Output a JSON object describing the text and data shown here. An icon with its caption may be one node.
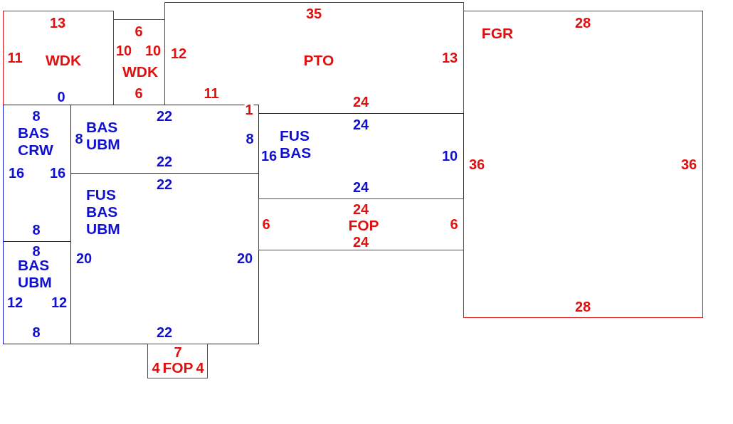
{
  "diagram": {
    "nodes": [
      {
        "text": [
          "13",
          "11",
          "WDK"
        ]
      },
      {
        "text": [
          "6",
          "10",
          "10",
          "WDK",
          "6"
        ]
      },
      {
        "text": [
          "35",
          "12",
          "PTO",
          "13",
          "11",
          "24"
        ]
      },
      {
        "text": [
          "28",
          "FGR",
          "36",
          "36",
          "28"
        ]
      },
      {
        "text": [
          "8",
          "BAS CRW",
          "16",
          "16",
          "8"
        ]
      },
      {
        "text": [
          "22",
          "8",
          "BAS UBM",
          "8",
          "22"
        ]
      },
      {
        "text": [
          "24",
          "16",
          "FUS BAS",
          "10",
          "24"
        ]
      },
      {
        "text": [
          "22",
          "FUS BAS UBM",
          "20",
          "20",
          "22"
        ]
      },
      {
        "text": [
          "24",
          "6",
          "FOP",
          "6",
          "24"
        ]
      },
      {
        "text": [
          "8",
          "BAS UBM",
          "12",
          "12",
          "8"
        ]
      },
      {
        "text": [
          "7",
          "4",
          "FOP",
          "4"
        ]
      }
    ],
    "edges": [],
    "labels": [
      "0",
      "1"
    ]
  }
}
